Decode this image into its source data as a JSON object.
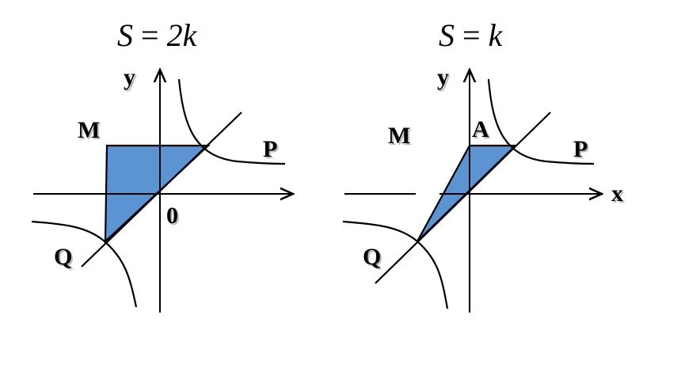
{
  "left": {
    "formula": {
      "s": "S",
      "eq": " = ",
      "rhs": "2k"
    },
    "labels": {
      "y": "y",
      "M": "M",
      "P": "P",
      "Q": "Q",
      "origin": "0"
    }
  },
  "right": {
    "formula": {
      "s": "S",
      "eq": " = ",
      "rhs": "k"
    },
    "labels": {
      "y": "y",
      "x": "x",
      "M": "M",
      "A": "A",
      "P": "P",
      "Q": "Q"
    }
  },
  "colors": {
    "region": "#5b93d3",
    "stroke": "#000000",
    "shadow": "#b8b8b8"
  }
}
